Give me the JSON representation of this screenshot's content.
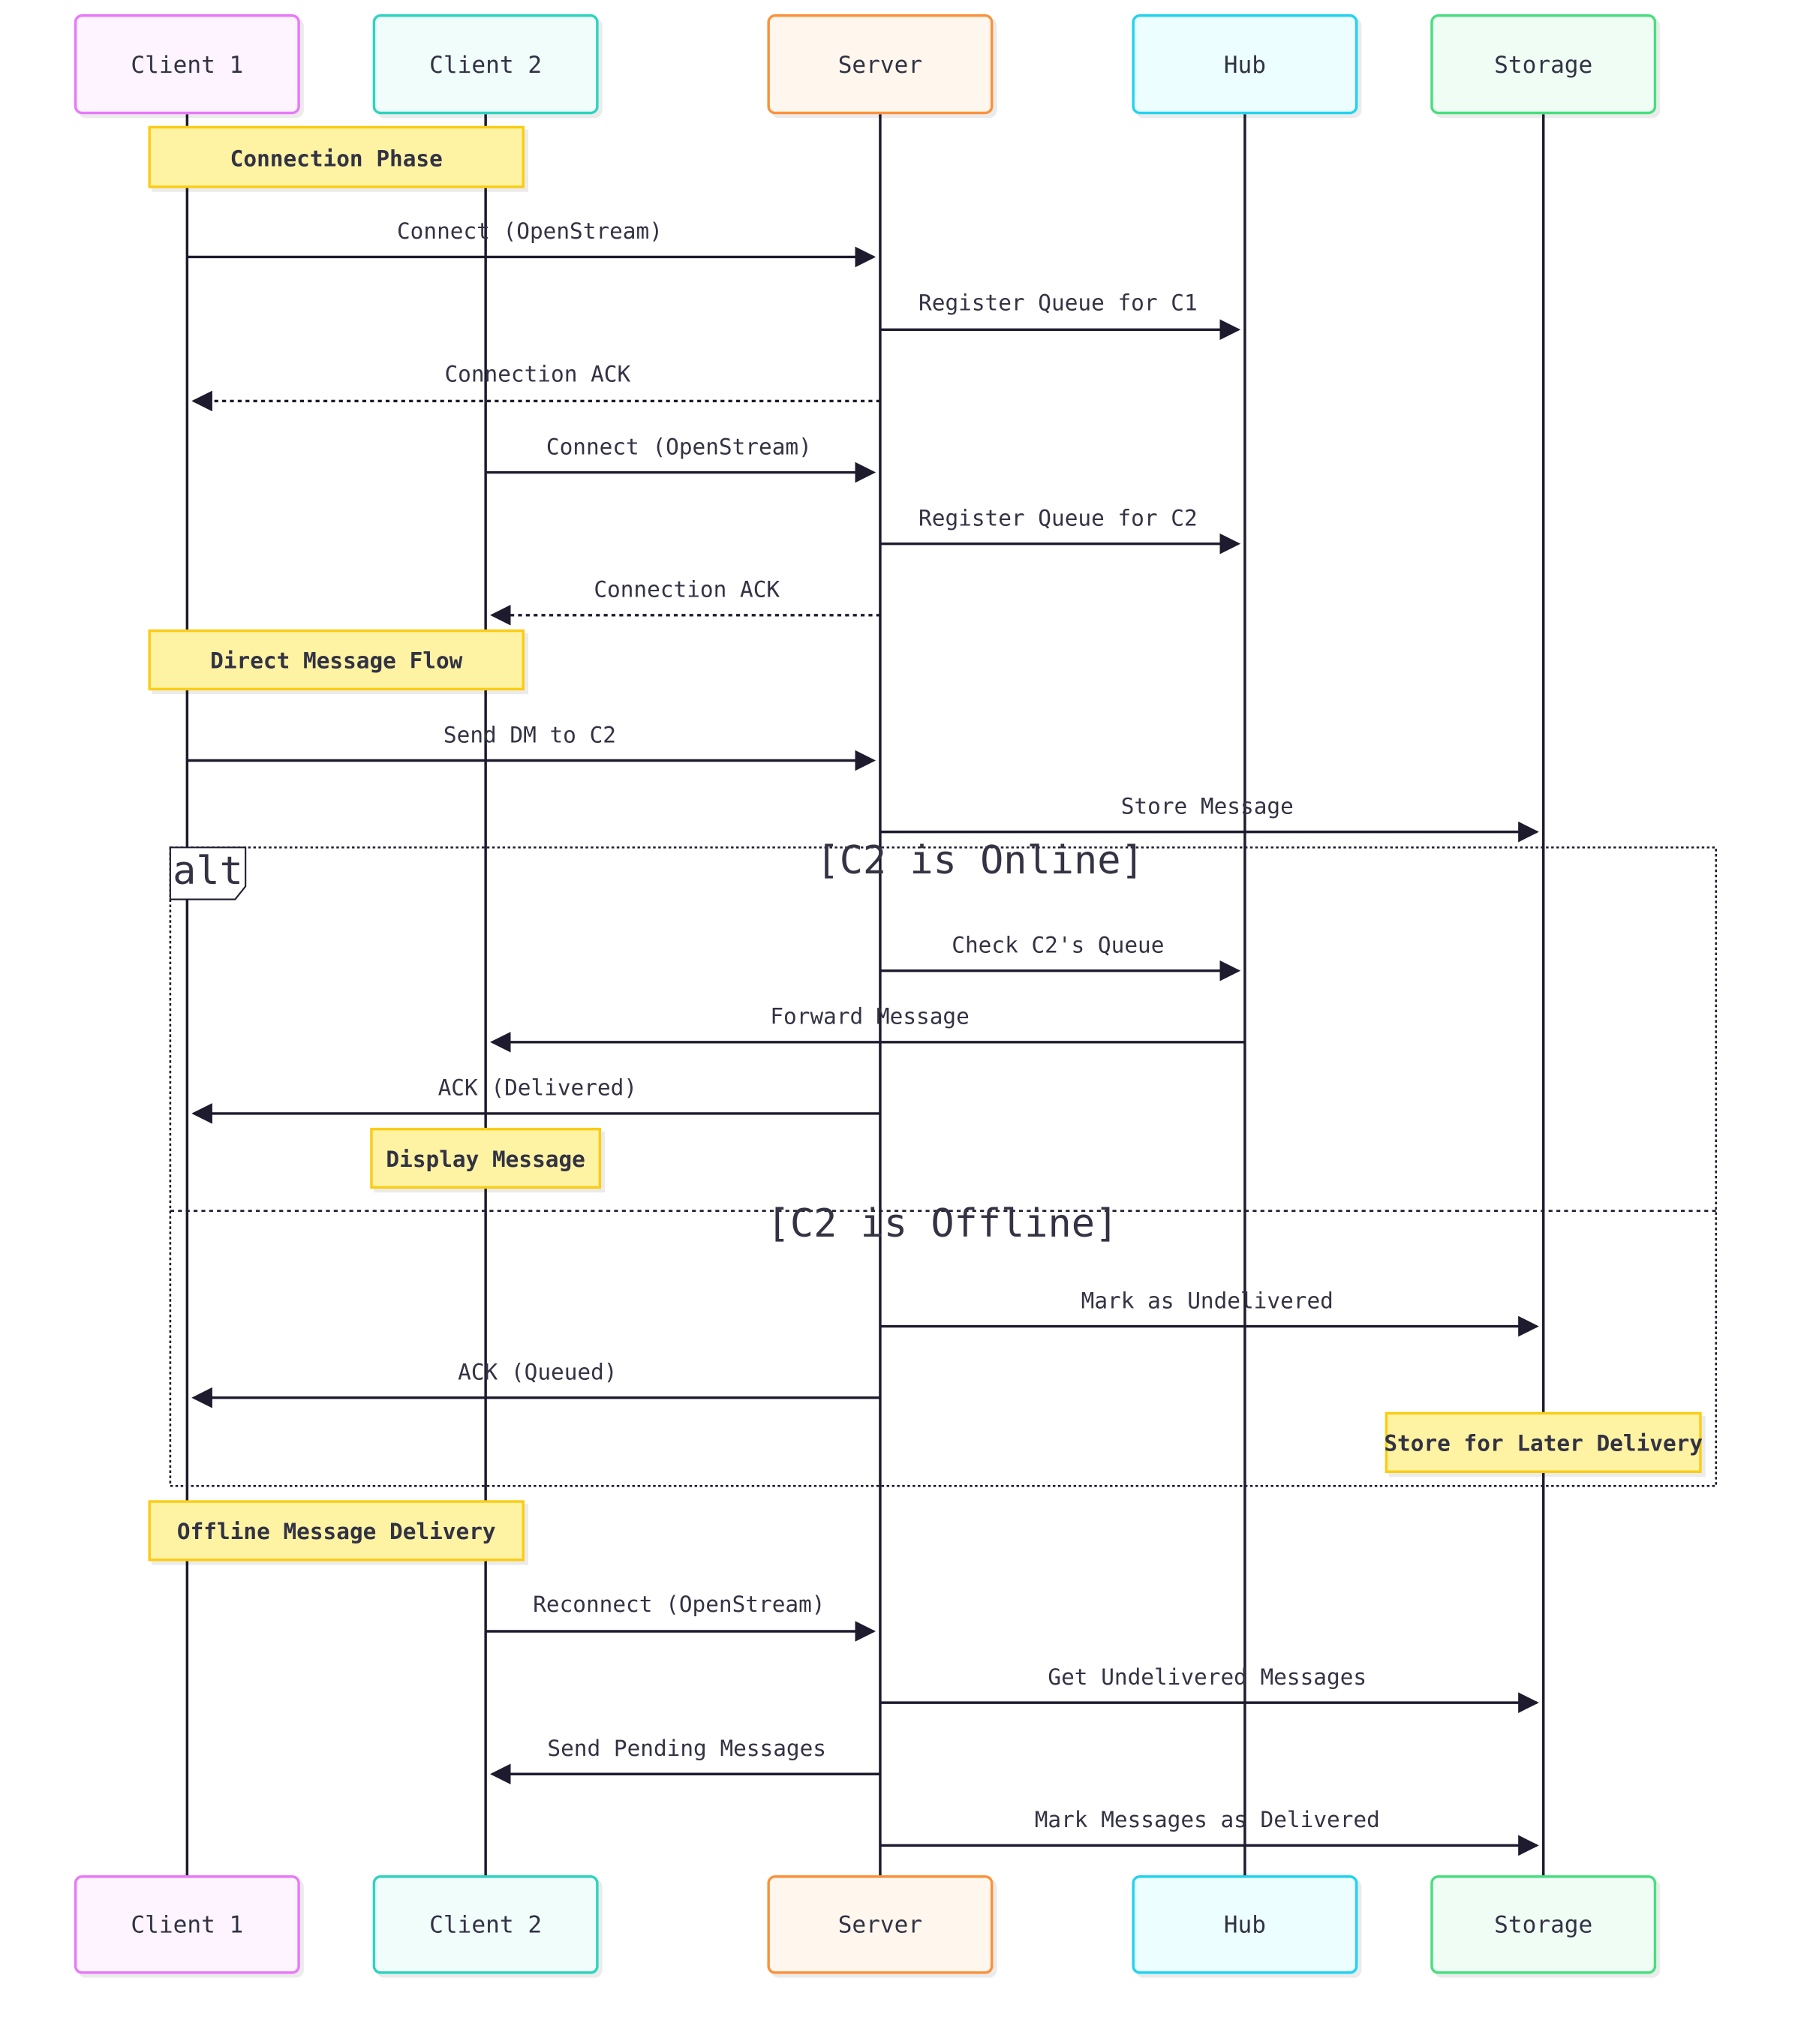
{
  "actors": [
    {
      "id": "c1",
      "label": "Client 1",
      "stroke": "#e879f9",
      "fill": "#fdf4ff"
    },
    {
      "id": "c2",
      "label": "Client 2",
      "stroke": "#2dd4bf",
      "fill": "#f0fdfa"
    },
    {
      "id": "srv",
      "label": "Server",
      "stroke": "#fb923c",
      "fill": "#fff7ed"
    },
    {
      "id": "hub",
      "label": "Hub",
      "stroke": "#22d3ee",
      "fill": "#ecfeff"
    },
    {
      "id": "sto",
      "label": "Storage",
      "stroke": "#4ade80",
      "fill": "#f0fdf4"
    }
  ],
  "colors": {
    "lifeline": "#1e1b2e",
    "arrow": "#1e1b2e",
    "note_fill": "#fef3a2",
    "note_stroke": "#facc15",
    "text": "#333344"
  },
  "messages": [
    {
      "from": "c1",
      "to": "srv",
      "label": "Connect (OpenStream)",
      "style": "solid"
    },
    {
      "from": "srv",
      "to": "hub",
      "label": "Register Queue for C1",
      "style": "solid"
    },
    {
      "from": "srv",
      "to": "c1",
      "label": "Connection ACK",
      "style": "dotted"
    },
    {
      "from": "c2",
      "to": "srv",
      "label": "Connect (OpenStream)",
      "style": "solid"
    },
    {
      "from": "srv",
      "to": "hub",
      "label": "Register Queue for C2",
      "style": "solid"
    },
    {
      "from": "srv",
      "to": "c2",
      "label": "Connection ACK",
      "style": "dotted"
    },
    {
      "from": "c1",
      "to": "srv",
      "label": "Send DM to C2",
      "style": "solid"
    },
    {
      "from": "srv",
      "to": "sto",
      "label": "Store Message",
      "style": "solid"
    },
    {
      "from": "srv",
      "to": "hub",
      "label": "Check C2's Queue",
      "style": "solid"
    },
    {
      "from": "hub",
      "to": "c2",
      "label": "Forward Message",
      "style": "solid"
    },
    {
      "from": "srv",
      "to": "c1",
      "label": "ACK (Delivered)",
      "style": "solid"
    },
    {
      "from": "srv",
      "to": "sto",
      "label": "Mark as Undelivered",
      "style": "solid"
    },
    {
      "from": "srv",
      "to": "c1",
      "label": "ACK (Queued)",
      "style": "solid"
    },
    {
      "from": "c2",
      "to": "srv",
      "label": "Reconnect (OpenStream)",
      "style": "solid"
    },
    {
      "from": "srv",
      "to": "sto",
      "label": "Get Undelivered Messages",
      "style": "solid"
    },
    {
      "from": "srv",
      "to": "c2",
      "label": "Send Pending Messages",
      "style": "solid"
    },
    {
      "from": "srv",
      "to": "sto",
      "label": "Mark Messages as Delivered",
      "style": "solid"
    }
  ],
  "notes": [
    {
      "label": "Connection Phase",
      "over": [
        "c1",
        "c2"
      ]
    },
    {
      "label": "Direct Message Flow",
      "over": [
        "c1",
        "c2"
      ]
    },
    {
      "label": "Display Message",
      "over": [
        "c2"
      ]
    },
    {
      "label": "Store for Later Delivery",
      "over": [
        "sto"
      ]
    },
    {
      "label": "Offline Message Delivery",
      "over": [
        "c1",
        "c2"
      ]
    }
  ],
  "alt_block": {
    "keyword": "alt",
    "conditions": [
      "[C2 is Online]",
      "[C2 is Offline]"
    ]
  }
}
